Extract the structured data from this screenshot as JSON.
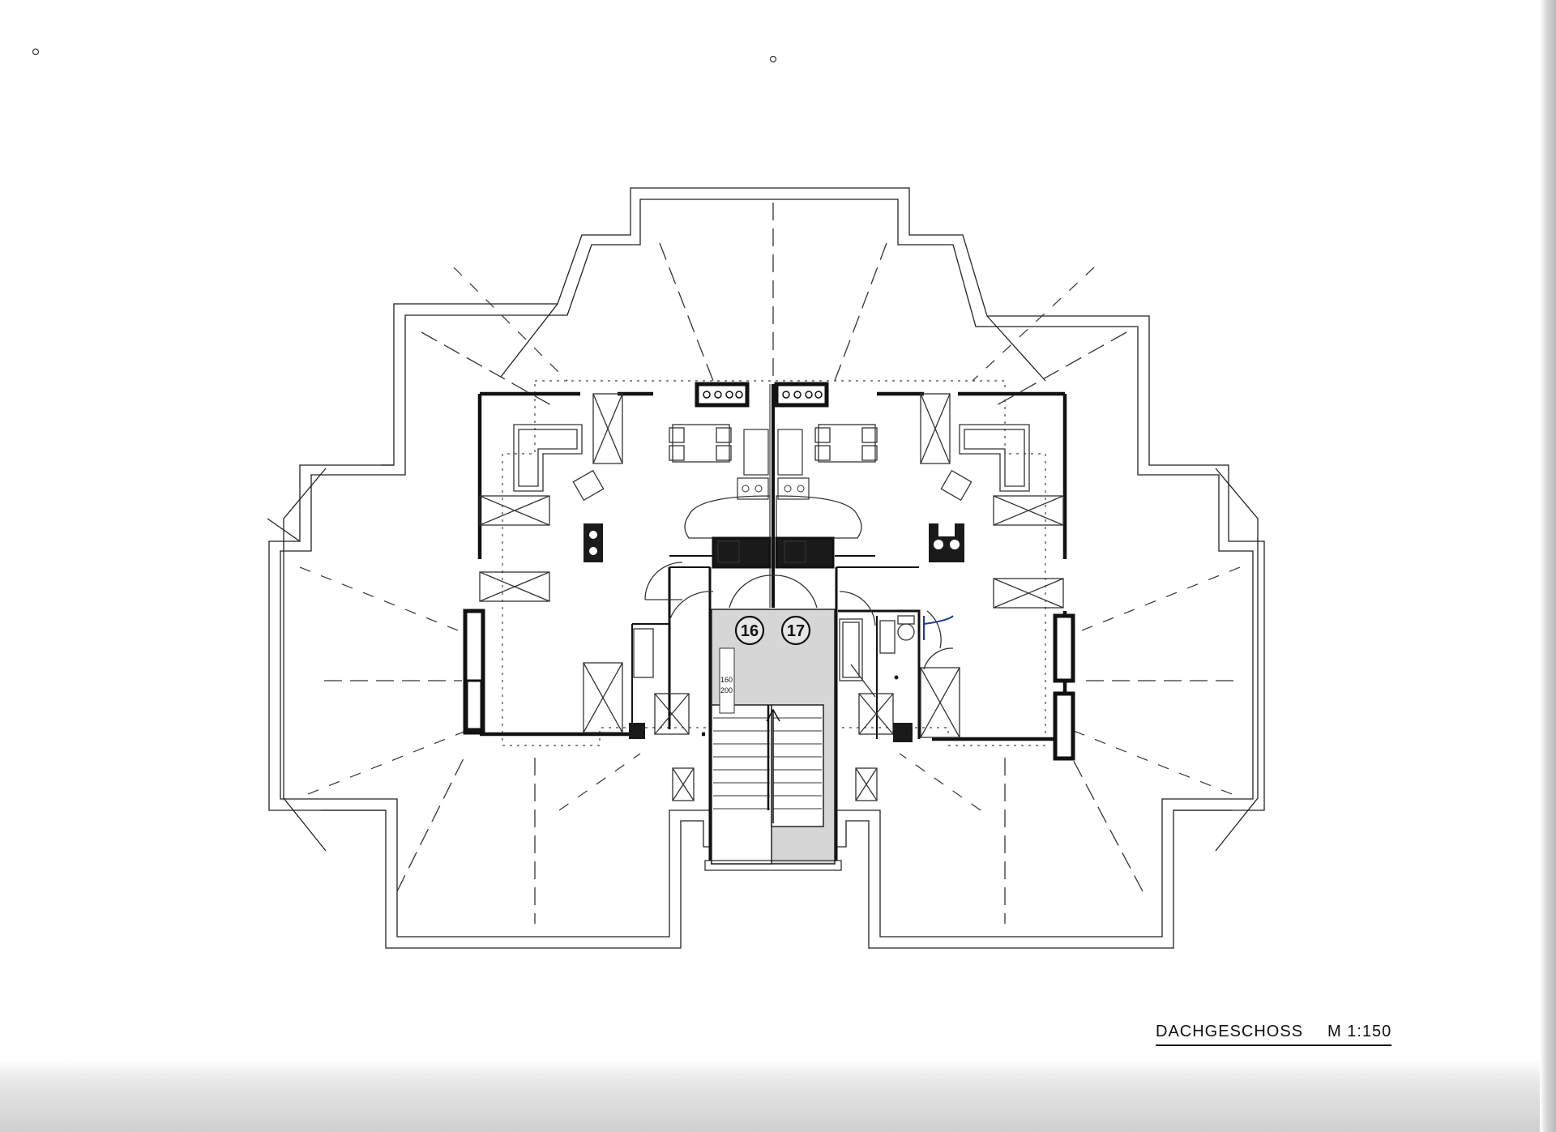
{
  "plan": {
    "title": "DACHGESCHOSS",
    "scale": "M 1:150",
    "units": [
      "16",
      "17"
    ],
    "dimension_labels": [
      "160",
      "200"
    ]
  }
}
